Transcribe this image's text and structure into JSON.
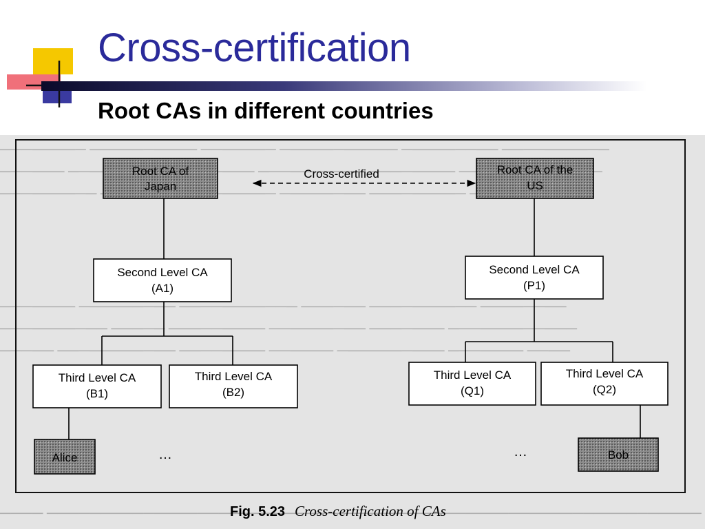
{
  "slide": {
    "title": "Cross-certification",
    "subtitle": "Root CAs in different countries"
  },
  "figure": {
    "label": "Fig. 5.23",
    "caption": "Cross-certification of CAs",
    "edge_label": "Cross-certified",
    "ellipsis_left": "…",
    "ellipsis_right": "…",
    "nodes": {
      "root_japan": [
        "Root CA of",
        "Japan"
      ],
      "root_us": [
        "Root CA of the",
        "US"
      ],
      "second_a1": [
        "Second Level CA",
        "(A1)"
      ],
      "second_p1": [
        "Second Level CA",
        "(P1)"
      ],
      "third_b1": [
        "Third Level CA",
        "(B1)"
      ],
      "third_b2": [
        "Third Level CA",
        "(B2)"
      ],
      "third_q1": [
        "Third Level CA",
        "(Q1)"
      ],
      "third_q2": [
        "Third Level CA",
        "(Q2)"
      ],
      "alice": [
        "Alice"
      ],
      "bob": [
        "Bob"
      ]
    }
  },
  "colors": {
    "title": "#2a2a9a",
    "scan_background": "#e4e4e4",
    "shaded_node": "#8a8a8a",
    "plain_node": "#ffffff"
  }
}
